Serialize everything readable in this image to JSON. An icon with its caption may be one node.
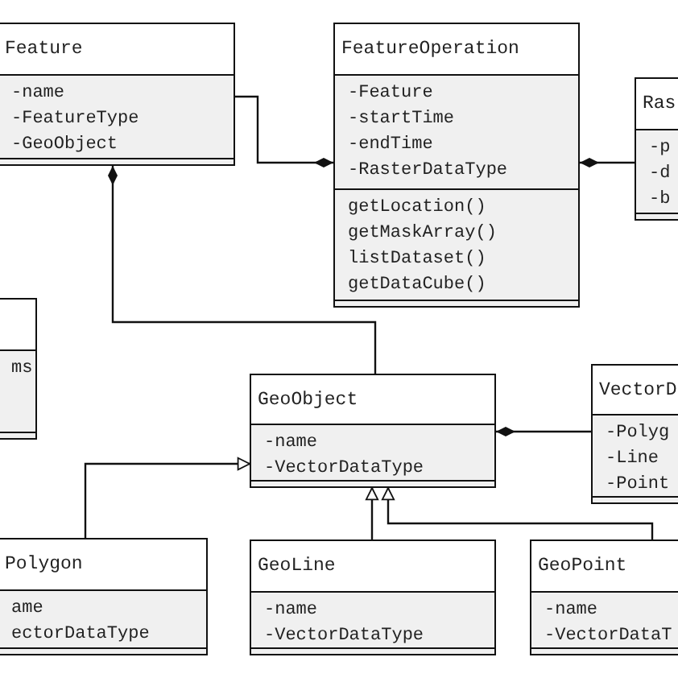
{
  "diagram": {
    "nodes": [
      {
        "text": [
          "Feature",
          "-name",
          "-FeatureType",
          "-GeoObject"
        ]
      },
      {
        "text": [
          "FeatureOperation",
          "-Feature",
          "-startTime",
          "-endTime",
          "-RasterDataType",
          "getLocation()",
          "getMaskArray()",
          "listDataset()",
          "getDataCube()"
        ]
      },
      {
        "text": [
          "Ras",
          "-p",
          "-d",
          "-b"
        ]
      },
      {
        "text": [
          "ms"
        ]
      },
      {
        "text": [
          "GeoObject",
          "-name",
          "-VectorDataType"
        ]
      },
      {
        "text": [
          "VectorD",
          "-Polyg",
          "-Line",
          "-Point"
        ]
      },
      {
        "text": [
          "Polygon",
          "ame",
          "ectorDataType"
        ]
      },
      {
        "text": [
          "GeoLine",
          "-name",
          "-VectorDataType"
        ]
      },
      {
        "text": [
          "GeoPoint",
          "-name",
          "-VectorDataT"
        ]
      }
    ],
    "edges": [
      {
        "from": 0,
        "to": 1,
        "arrow": "other"
      },
      {
        "from": 2,
        "to": 1,
        "arrow": "other"
      },
      {
        "from": 4,
        "to": 0,
        "arrow": "other"
      },
      {
        "from": 5,
        "to": 4,
        "arrow": "other"
      },
      {
        "from": 6,
        "to": 4,
        "arrow": "to"
      },
      {
        "from": 7,
        "to": 4,
        "arrow": "to"
      },
      {
        "from": 8,
        "to": 4,
        "arrow": "to"
      }
    ]
  }
}
